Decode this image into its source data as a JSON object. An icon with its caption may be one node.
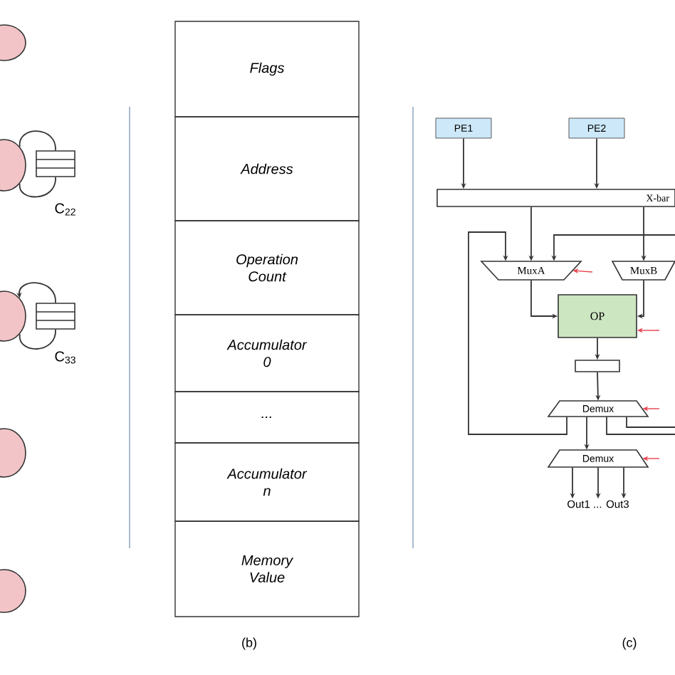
{
  "diagram": {
    "nodes": [
      {
        "text": [],
        "shape": "ellipse"
      },
      {
        "text": [],
        "shape": "ellipse"
      },
      {
        "text": [],
        "shape": "box"
      },
      {
        "text": [],
        "shape": "ellipse"
      },
      {
        "text": [],
        "shape": "box"
      },
      {
        "text": [],
        "shape": "ellipse"
      },
      {
        "text": [],
        "shape": "ellipse"
      },
      {
        "text": [
          "Flags"
        ]
      },
      {
        "text": [
          "Address"
        ]
      },
      {
        "text": [
          "Operation Count"
        ]
      },
      {
        "text": [
          "Accumulator 0"
        ]
      },
      {
        "text": [
          "..."
        ]
      },
      {
        "text": [
          "Accumulator n"
        ]
      },
      {
        "text": [
          "Memory Value"
        ]
      },
      {
        "text": [
          "PE1"
        ]
      },
      {
        "text": [
          "PE2"
        ]
      },
      {
        "text": [
          "X-bar"
        ]
      },
      {
        "text": [
          "MuxA"
        ]
      },
      {
        "text": [
          "MuxB"
        ]
      },
      {
        "text": [
          "OP"
        ]
      },
      {
        "text": [],
        "shape": "box"
      },
      {
        "text": [
          "Demux"
        ]
      },
      {
        "text": [
          "Demux"
        ]
      },
      {
        "text": [
          "Out1 ... Out3"
        ]
      }
    ],
    "edges": [
      {
        "from": 2,
        "to": 1,
        "arrow": "none"
      },
      {
        "from": 4,
        "to": 3,
        "arrow": "to"
      },
      {
        "from": 14,
        "to": 16,
        "arrow": "to"
      },
      {
        "from": 15,
        "to": 16,
        "arrow": "to"
      },
      {
        "from": 16,
        "to": 17,
        "arrow": "to"
      },
      {
        "from": 16,
        "to": 18,
        "arrow": "to"
      },
      {
        "from": 21,
        "to": 17,
        "arrow": "to"
      },
      {
        "from": null,
        "to": 17,
        "arrow": "to"
      },
      {
        "from": 17,
        "to": 19,
        "arrow": "to"
      },
      {
        "from": 18,
        "to": 19,
        "arrow": "to"
      },
      {
        "from": 19,
        "to": 20,
        "arrow": "to"
      },
      {
        "from": 20,
        "to": 21,
        "arrow": "to"
      },
      {
        "from": 21,
        "to": 22,
        "arrow": "to"
      },
      {
        "from": 22,
        "to": 23,
        "arrow": "to"
      },
      {
        "from": 22,
        "to": 23,
        "arrow": "to"
      },
      {
        "from": 22,
        "to": 23,
        "arrow": "to"
      },
      {
        "from": 21,
        "to": null,
        "arrow": "none"
      },
      {
        "from": 21,
        "to": null,
        "arrow": "none"
      },
      {
        "from": null,
        "to": 17,
        "arrow": "to",
        "color": "#e8414f"
      },
      {
        "from": null,
        "to": 19,
        "arrow": "to",
        "color": "#e8414f"
      },
      {
        "from": null,
        "to": 21,
        "arrow": "to",
        "color": "#e8414f"
      },
      {
        "from": null,
        "to": 22,
        "arrow": "to",
        "color": "#e8414f"
      }
    ],
    "labels": [
      "C$_{22}$",
      "C$_{33}$",
      "(b)",
      "(c)"
    ]
  }
}
